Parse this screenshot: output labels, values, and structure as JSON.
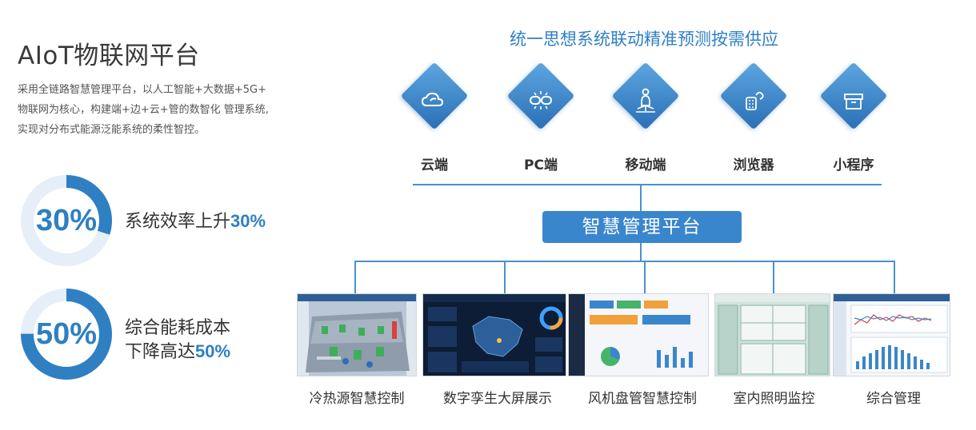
{
  "title": "AIoT物联网平台",
  "description": [
    "采用全链路智慧管理平台，以人工智能+大数据+5G+",
    "物联网为核心，构建端+边+云+管的数智化 管理系统,",
    "实现对分布式能源泛能系统的柔性智控。"
  ],
  "stats": [
    {
      "percent": 30,
      "label": "30%",
      "text_line1": "系统效率上升",
      "highlight1": "30%",
      "text_line2": "",
      "highlight2": ""
    },
    {
      "percent": 75,
      "label": "50%",
      "text_line1": "综合能耗成本",
      "highlight1": "",
      "text_line2": "下降高达",
      "highlight2": "50%"
    }
  ],
  "diagram": {
    "heading": "统一思想系统联动精准预测按需供应",
    "endpoints": [
      {
        "label": "云端",
        "icon": "cloud-hand-icon"
      },
      {
        "label": "PC端",
        "icon": "link-icon"
      },
      {
        "label": "移动端",
        "icon": "person-network-icon"
      },
      {
        "label": "浏览器",
        "icon": "phone-hand-icon"
      },
      {
        "label": "小程序",
        "icon": "box-icon"
      }
    ],
    "platform_label": "智慧管理平台",
    "modules": [
      {
        "label": "冷热源智慧控制",
        "theme": "3d-plant"
      },
      {
        "label": "数字孪生大屏展示",
        "theme": "dark-dashboard"
      },
      {
        "label": "风机盘管智慧控制",
        "theme": "light-dashboard"
      },
      {
        "label": "室内照明监控",
        "theme": "floor-plan"
      },
      {
        "label": "综合管理",
        "theme": "trend-charts"
      }
    ]
  },
  "colors": {
    "accent": "#2f7fc3",
    "ring_track": "#e6eef7",
    "line": "#4a90d0",
    "platform": "#3a86cc"
  }
}
